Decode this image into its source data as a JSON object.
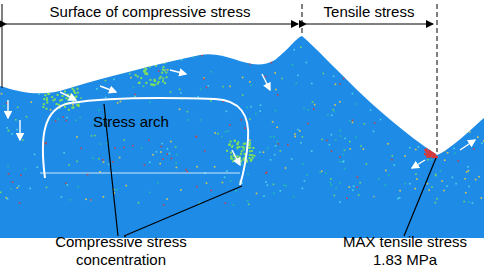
{
  "diagram": {
    "labels": [
      "Surface of compressive stress",
      "Tensile stress",
      "Stress arch",
      "Compressive stress concentration",
      "MAX tensile stress 1.83 MPa"
    ]
  }
}
